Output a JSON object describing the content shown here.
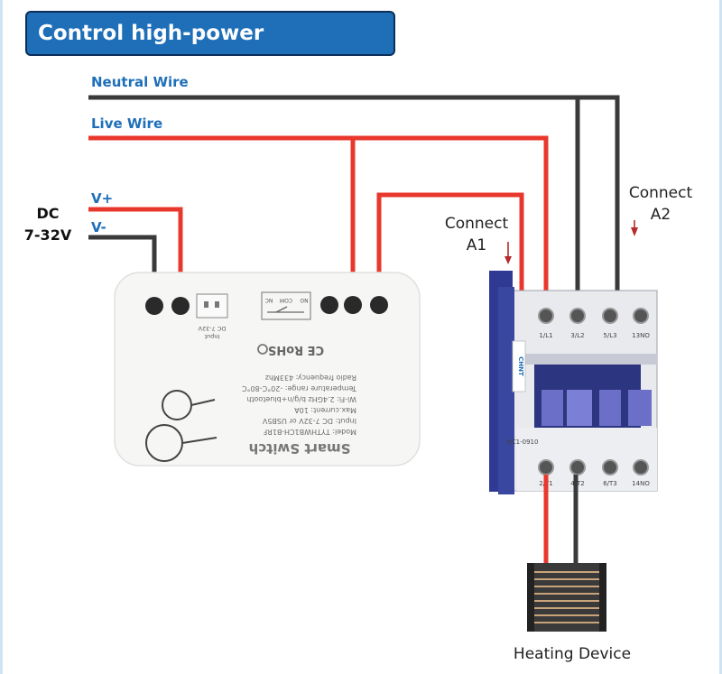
{
  "title": "Control high-power equipment",
  "wires": {
    "neutral_label": "Neutral Wire",
    "live_label": "Live Wire",
    "vplus_label": "V+",
    "vminus_label": "V-"
  },
  "dc_input": {
    "line1": "DC",
    "line2": "7-32V"
  },
  "relay": {
    "input_label": "DC 7-32V",
    "input_sub": "Input",
    "switch_labels": [
      "NO",
      "COM",
      "NC"
    ],
    "marks": "CE RoHS",
    "brand": "Smart Switch",
    "specs": [
      "Model: TYTHWB1CH-B1RF",
      "Input: DC 7-32V or USB5V",
      "Max.current: 10A",
      "Wi-Fi: 2.4GHz b/g/n+bluetooth",
      "Temperature range: -20°C-80°C",
      "Radio frequency: 433Mhz"
    ]
  },
  "contactor": {
    "brand": "CHNT",
    "model": "NC1-0910",
    "top_terminals": [
      "1/L1",
      "3/L2",
      "5/L3",
      "13NO"
    ],
    "bottom_terminals": [
      "2/T1",
      "4/T2",
      "6/T3",
      "14NO"
    ],
    "a1_line1": "Connect",
    "a1_line2": "A1",
    "a2_line1": "Connect",
    "a2_line2": "A2"
  },
  "load_label": "Heating Device",
  "colors": {
    "accent": "#1e6fb8",
    "live": "#e8382d",
    "neutral": "#3a3a3a",
    "arrow": "#b52a2a",
    "contactor": "#3a47a0"
  }
}
